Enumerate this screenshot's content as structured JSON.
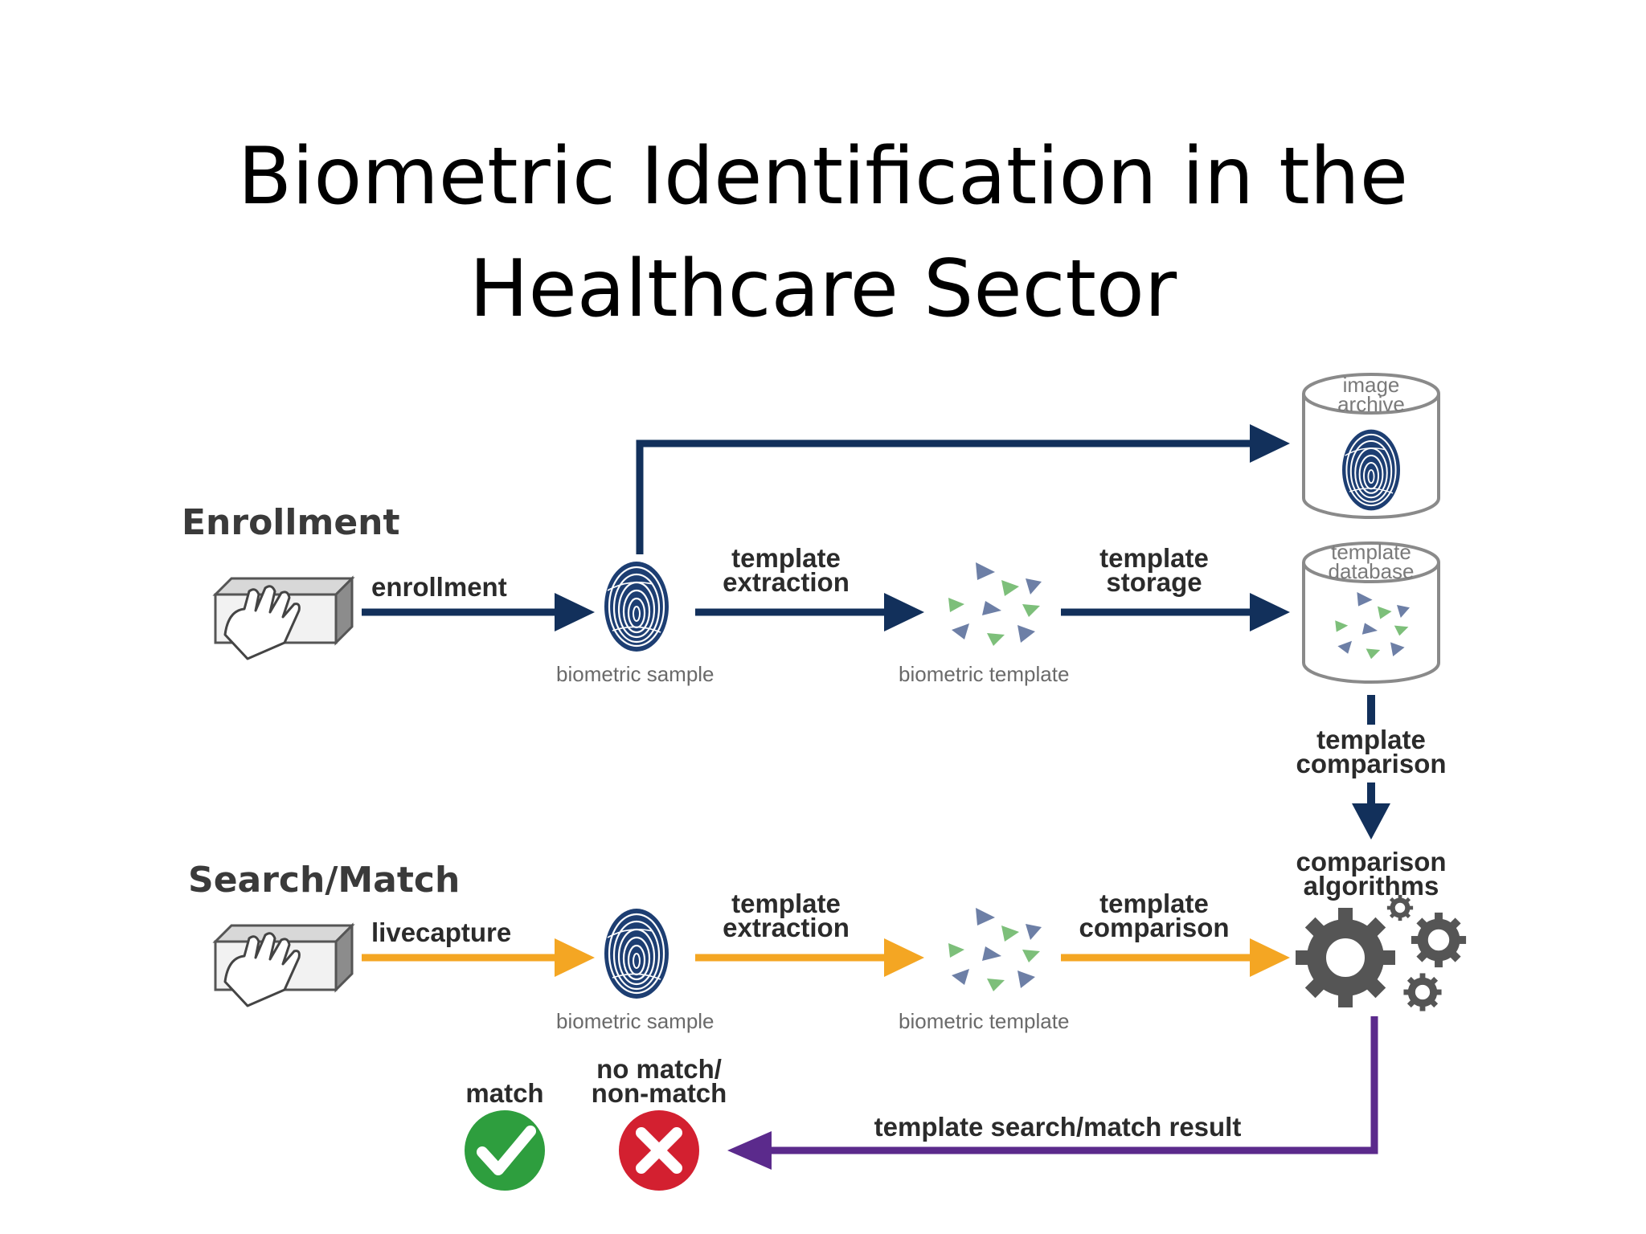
{
  "title": {
    "line1": "Biometric Identification in the",
    "line2": "Healthcare Sector"
  },
  "sections": {
    "enrollment": "Enrollment",
    "search_match": "Search/Match"
  },
  "enrollment_row": {
    "arrow1_label": "enrollment",
    "arrow2_label_l1": "template",
    "arrow2_label_l2": "extraction",
    "arrow3_label_l1": "template",
    "arrow3_label_l2": "storage",
    "sample_caption": "biometric sample",
    "template_caption": "biometric template"
  },
  "storage": {
    "image_archive_l1": "image",
    "image_archive_l2": "archive",
    "template_db_l1": "template",
    "template_db_l2": "database",
    "comparison_l1": "template",
    "comparison_l2": "comparison",
    "algorithms_l1": "comparison",
    "algorithms_l2": "algorithms"
  },
  "search_row": {
    "arrow1_label": "livecapture",
    "arrow2_label_l1": "template",
    "arrow2_label_l2": "extraction",
    "arrow3_label_l1": "template",
    "arrow3_label_l2": "comparison",
    "sample_caption": "biometric sample",
    "template_caption": "biometric template"
  },
  "results": {
    "match": "match",
    "nomatch_l1": "no match/",
    "nomatch_l2": "non-match",
    "result_label": "template search/match result"
  },
  "colors": {
    "navy": "#12305b",
    "orange": "#f4a623",
    "purple": "#5b2a8c",
    "green_check": "#2e9e3e",
    "red_x": "#d32030",
    "tri_green": "#7dbf7a",
    "tri_blue": "#6d7fa6",
    "gear": "#555555"
  }
}
